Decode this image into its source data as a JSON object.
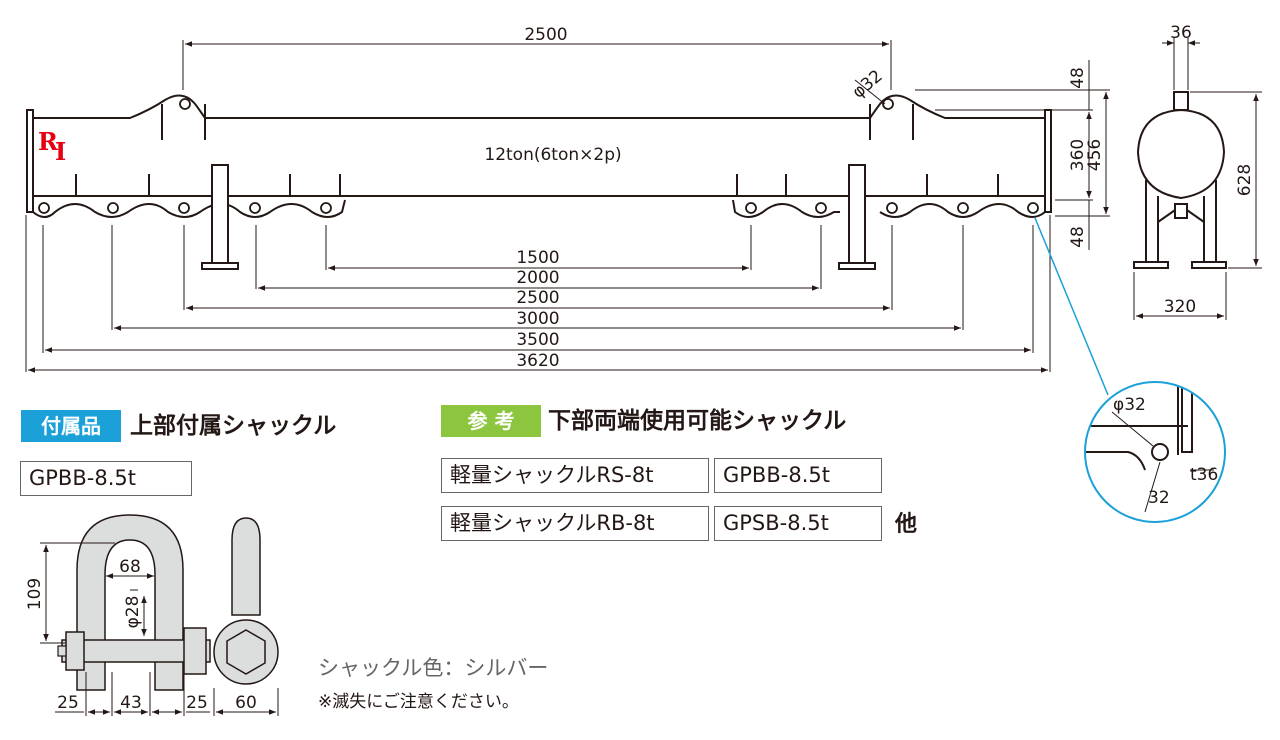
{
  "beam": {
    "top_span": "2500",
    "capacity": "12ton(6ton×2p)",
    "logo_r": "R",
    "logo_i": "I",
    "hole_dia": "φ32",
    "dims_bottom": [
      "1500",
      "2000",
      "2500",
      "3000",
      "3500",
      "3620"
    ],
    "dims_right": [
      "48",
      "360",
      "456",
      "48"
    ]
  },
  "side_view": {
    "width": "36",
    "height": "628",
    "base": "320"
  },
  "detail": {
    "dia": "φ32",
    "thickness": "t36",
    "offset": "32"
  },
  "accessory": {
    "tag": "付属品",
    "heading": "上部付属シャックル",
    "model": "GPBB-8.5t",
    "dims": {
      "height": "109",
      "inner": "68",
      "pin": "φ28",
      "side_left": "25",
      "center": "43",
      "side_right": "25",
      "width": "60"
    }
  },
  "reference": {
    "tag": "参 考",
    "heading": "下部両端使用可能シャックル",
    "items": [
      "軽量シャックルRS-8t",
      "GPBB-8.5t",
      "軽量シャックルRB-8t",
      "GPSB-8.5t"
    ],
    "etc": "他"
  },
  "notes": {
    "color": "シャックル色：シルバー",
    "warning": "※滅失にご注意ください。"
  },
  "colors": {
    "tag_blue": "#1ba1d8",
    "tag_green": "#8cc63f",
    "logo_red": "#e60012",
    "leader": "#1ba1d8"
  }
}
